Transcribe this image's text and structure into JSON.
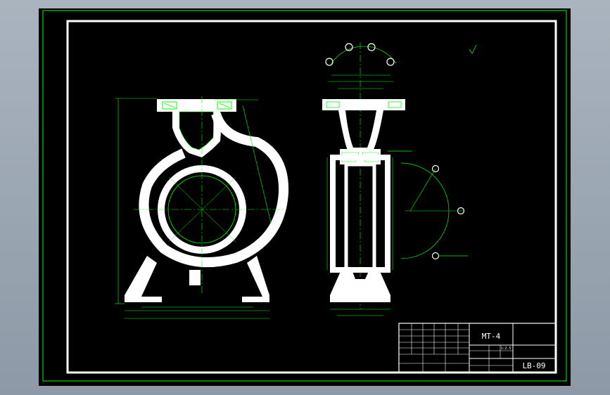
{
  "title_block": {
    "model": "MT-4",
    "drawing_no": "LB-09",
    "company_name": "",
    "material": "",
    "scale": "1:2.5"
  },
  "tech_notes": {
    "heading": "",
    "lines": []
  },
  "colors": {
    "background": "#000000",
    "outer_frame": "#00ff00",
    "inner_frame": "#ffffff",
    "part_fill": "#ffffff",
    "dimension_lines": "#00ff00",
    "hatch": "#00ff00"
  },
  "icons": [
    "roughness-symbol-icon",
    "bolt-hole-icon"
  ]
}
